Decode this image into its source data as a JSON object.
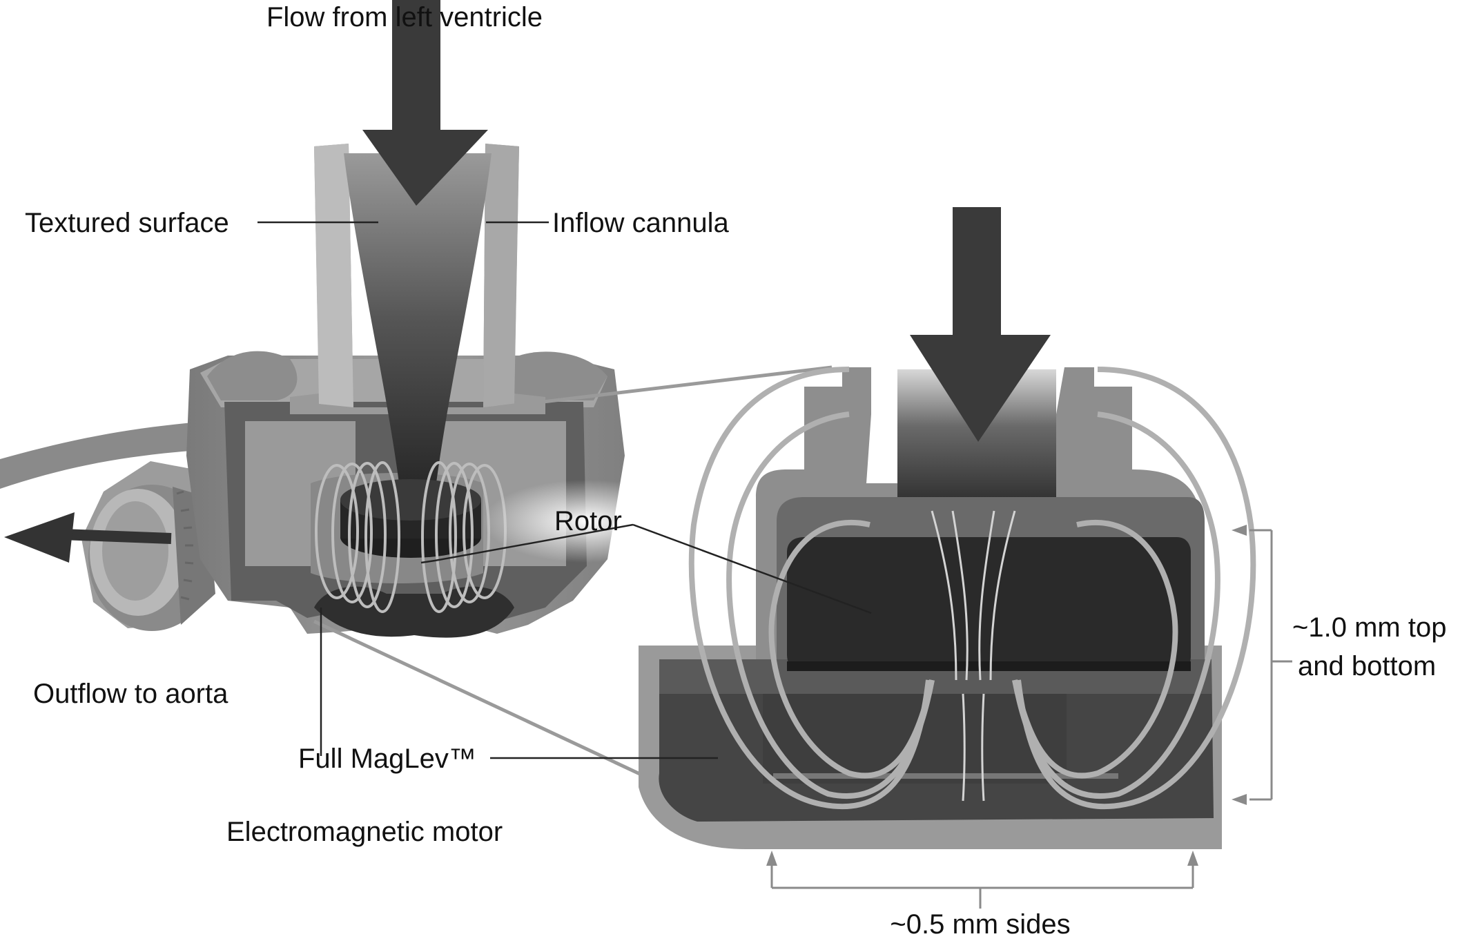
{
  "labels": {
    "flow_from_lv": "Flow from left ventricle",
    "textured_surface": "Textured surface",
    "inflow_cannula": "Inflow cannula",
    "rotor": "Rotor",
    "outflow_to_aorta": "Outflow to aorta",
    "full_maglev": "Full MagLev™",
    "electromagnetic_motor": "Electromagnetic motor",
    "gap_top_bottom_line1": "~1.0 mm top",
    "gap_top_bottom_line2": "and bottom",
    "gap_sides": "~0.5 mm sides"
  },
  "colors": {
    "housing": "#8f8f8f",
    "housing_light": "#b4b4b4",
    "housing_dark": "#5c5c5c",
    "flow_arrow": "#3a3a3a",
    "rotor": "#2b2b2b",
    "field_lines": "#aeaeae"
  }
}
